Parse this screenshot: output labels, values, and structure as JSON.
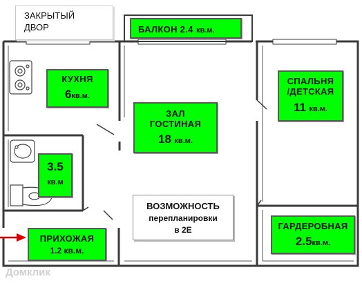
{
  "yard": {
    "line1": "ЗАКРЫТЫЙ",
    "line2": "ДВОР"
  },
  "balcony": {
    "name": "БАЛКОН 2.4",
    "unit": "кв.м."
  },
  "kitchen": {
    "name": "КУХНЯ",
    "area": "6",
    "unit": "кв.м."
  },
  "bathroom": {
    "area": "3.5",
    "unit": "кв.м"
  },
  "hall": {
    "line1": "ЗАЛ",
    "line2": "ГОСТИНАЯ",
    "area": "18",
    "unit": "кв.м."
  },
  "bedroom": {
    "line1": "СПАЛЬНЯ",
    "line2": "/ДЕТСКАЯ",
    "area": "11",
    "unit": "кв.м."
  },
  "entrance": {
    "name": "ПРИХОЖАЯ",
    "area": "1.2 кв.м."
  },
  "wardrobe": {
    "name": "ГАРДЕРОБНАЯ",
    "area": "2.5",
    "unit": "кв.м."
  },
  "note": {
    "line1": "ВОЗМОЖНОСТЬ",
    "line2": "перепланировки",
    "line3": "в 2Е"
  },
  "watermark": "Домклик",
  "colors": {
    "label_fill": "#00ff00",
    "wall": "#3a3a3a",
    "arrow": "#e00000"
  },
  "icons": [
    "stove-icon",
    "bathtub-icon",
    "toilet-icon",
    "entrance-arrow-icon"
  ]
}
